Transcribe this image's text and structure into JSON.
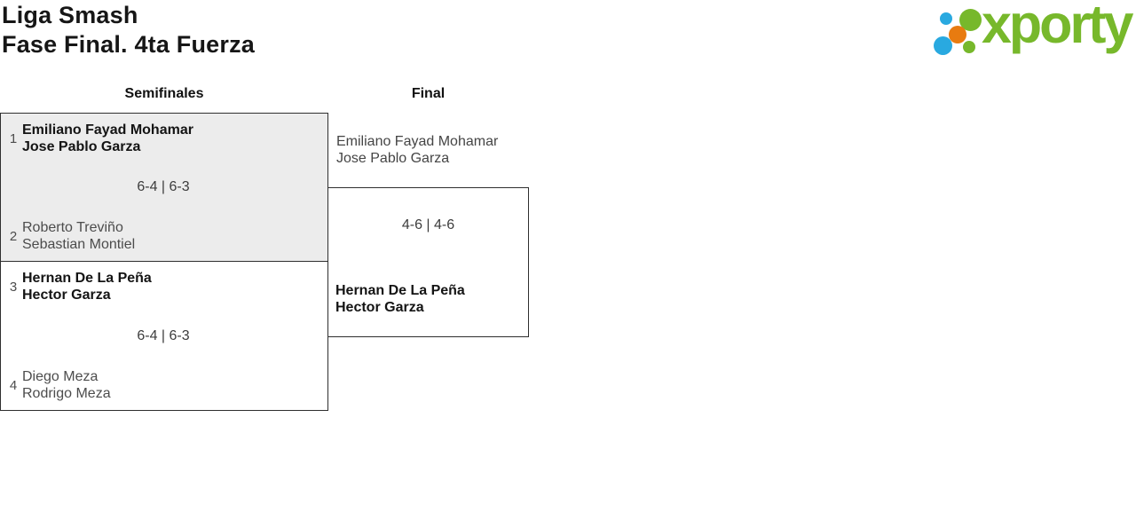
{
  "header": {
    "title_line1": "Liga Smash",
    "title_line2": "Fase Final. 4ta Fuerza"
  },
  "logo": {
    "text": "xporty",
    "brand_green": "#77b82b",
    "brand_blue": "#29a9e0",
    "brand_orange": "#e87b10"
  },
  "bracket": {
    "highlight_bg": "#ececec",
    "rounds": [
      {
        "label": "Semifinales",
        "matches": [
          {
            "score": "6-4 | 6-3",
            "teams": [
              {
                "seed": "1",
                "players": [
                  "Emiliano Fayad Mohamar",
                  "Jose Pablo Garza"
                ],
                "winner": true
              },
              {
                "seed": "2",
                "players": [
                  "Roberto Treviño",
                  "Sebastian Montiel"
                ],
                "winner": false
              }
            ]
          },
          {
            "score": "6-4 | 6-3",
            "teams": [
              {
                "seed": "3",
                "players": [
                  "Hernan De La Peña",
                  "Hector Garza"
                ],
                "winner": true
              },
              {
                "seed": "4",
                "players": [
                  "Diego Meza",
                  "Rodrigo Meza"
                ],
                "winner": false
              }
            ]
          }
        ]
      },
      {
        "label": "Final",
        "matches": [
          {
            "score": "4-6 | 4-6",
            "teams": [
              {
                "seed": "",
                "players": [
                  "Emiliano Fayad Mohamar",
                  "Jose Pablo Garza"
                ],
                "winner": false
              },
              {
                "seed": "",
                "players": [
                  "Hernan De La Peña",
                  "Hector Garza"
                ],
                "winner": true
              }
            ]
          }
        ]
      }
    ]
  }
}
